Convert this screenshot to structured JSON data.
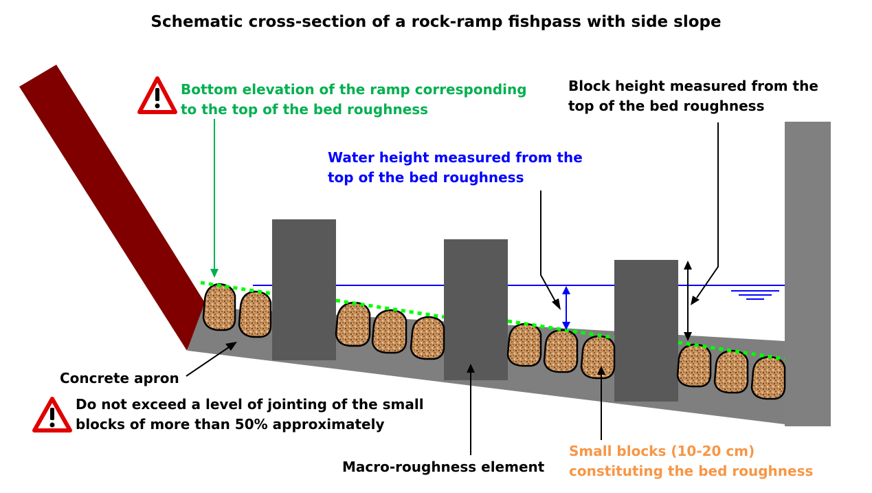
{
  "title": "Schematic cross-section of a rock-ramp fishpass with side slope",
  "labels": {
    "bottom_elevation": [
      "Bottom elevation of the ramp corresponding",
      "to the top of the bed roughness"
    ],
    "block_height": [
      "Block height measured from the",
      "top of the bed roughness"
    ],
    "water_height": [
      "Water height measured from the",
      "top of the bed roughness"
    ],
    "concrete_apron": "Concrete apron",
    "jointing_warning": [
      "Do not exceed a level of jointing of the small",
      "blocks of more than 50% approximately"
    ],
    "macro_roughness": "Macro-roughness element",
    "small_blocks": [
      "Small blocks (10-20 cm)",
      "constituting the bed roughness"
    ]
  },
  "icons": {
    "warning": "warning-triangle-icon",
    "water_surface": "water-level-icon"
  },
  "colors": {
    "text": "#000000",
    "green_label": "#00b050",
    "blue_label": "#0000ff",
    "orange_label": "#f79646",
    "side_slope": "#800000",
    "apron": "#7f7f7f",
    "macro_block": "#595959",
    "wall": "#808080",
    "small_block": "#c8915c",
    "roughness_line": "#00ff00",
    "warning_red": "#e00000"
  }
}
